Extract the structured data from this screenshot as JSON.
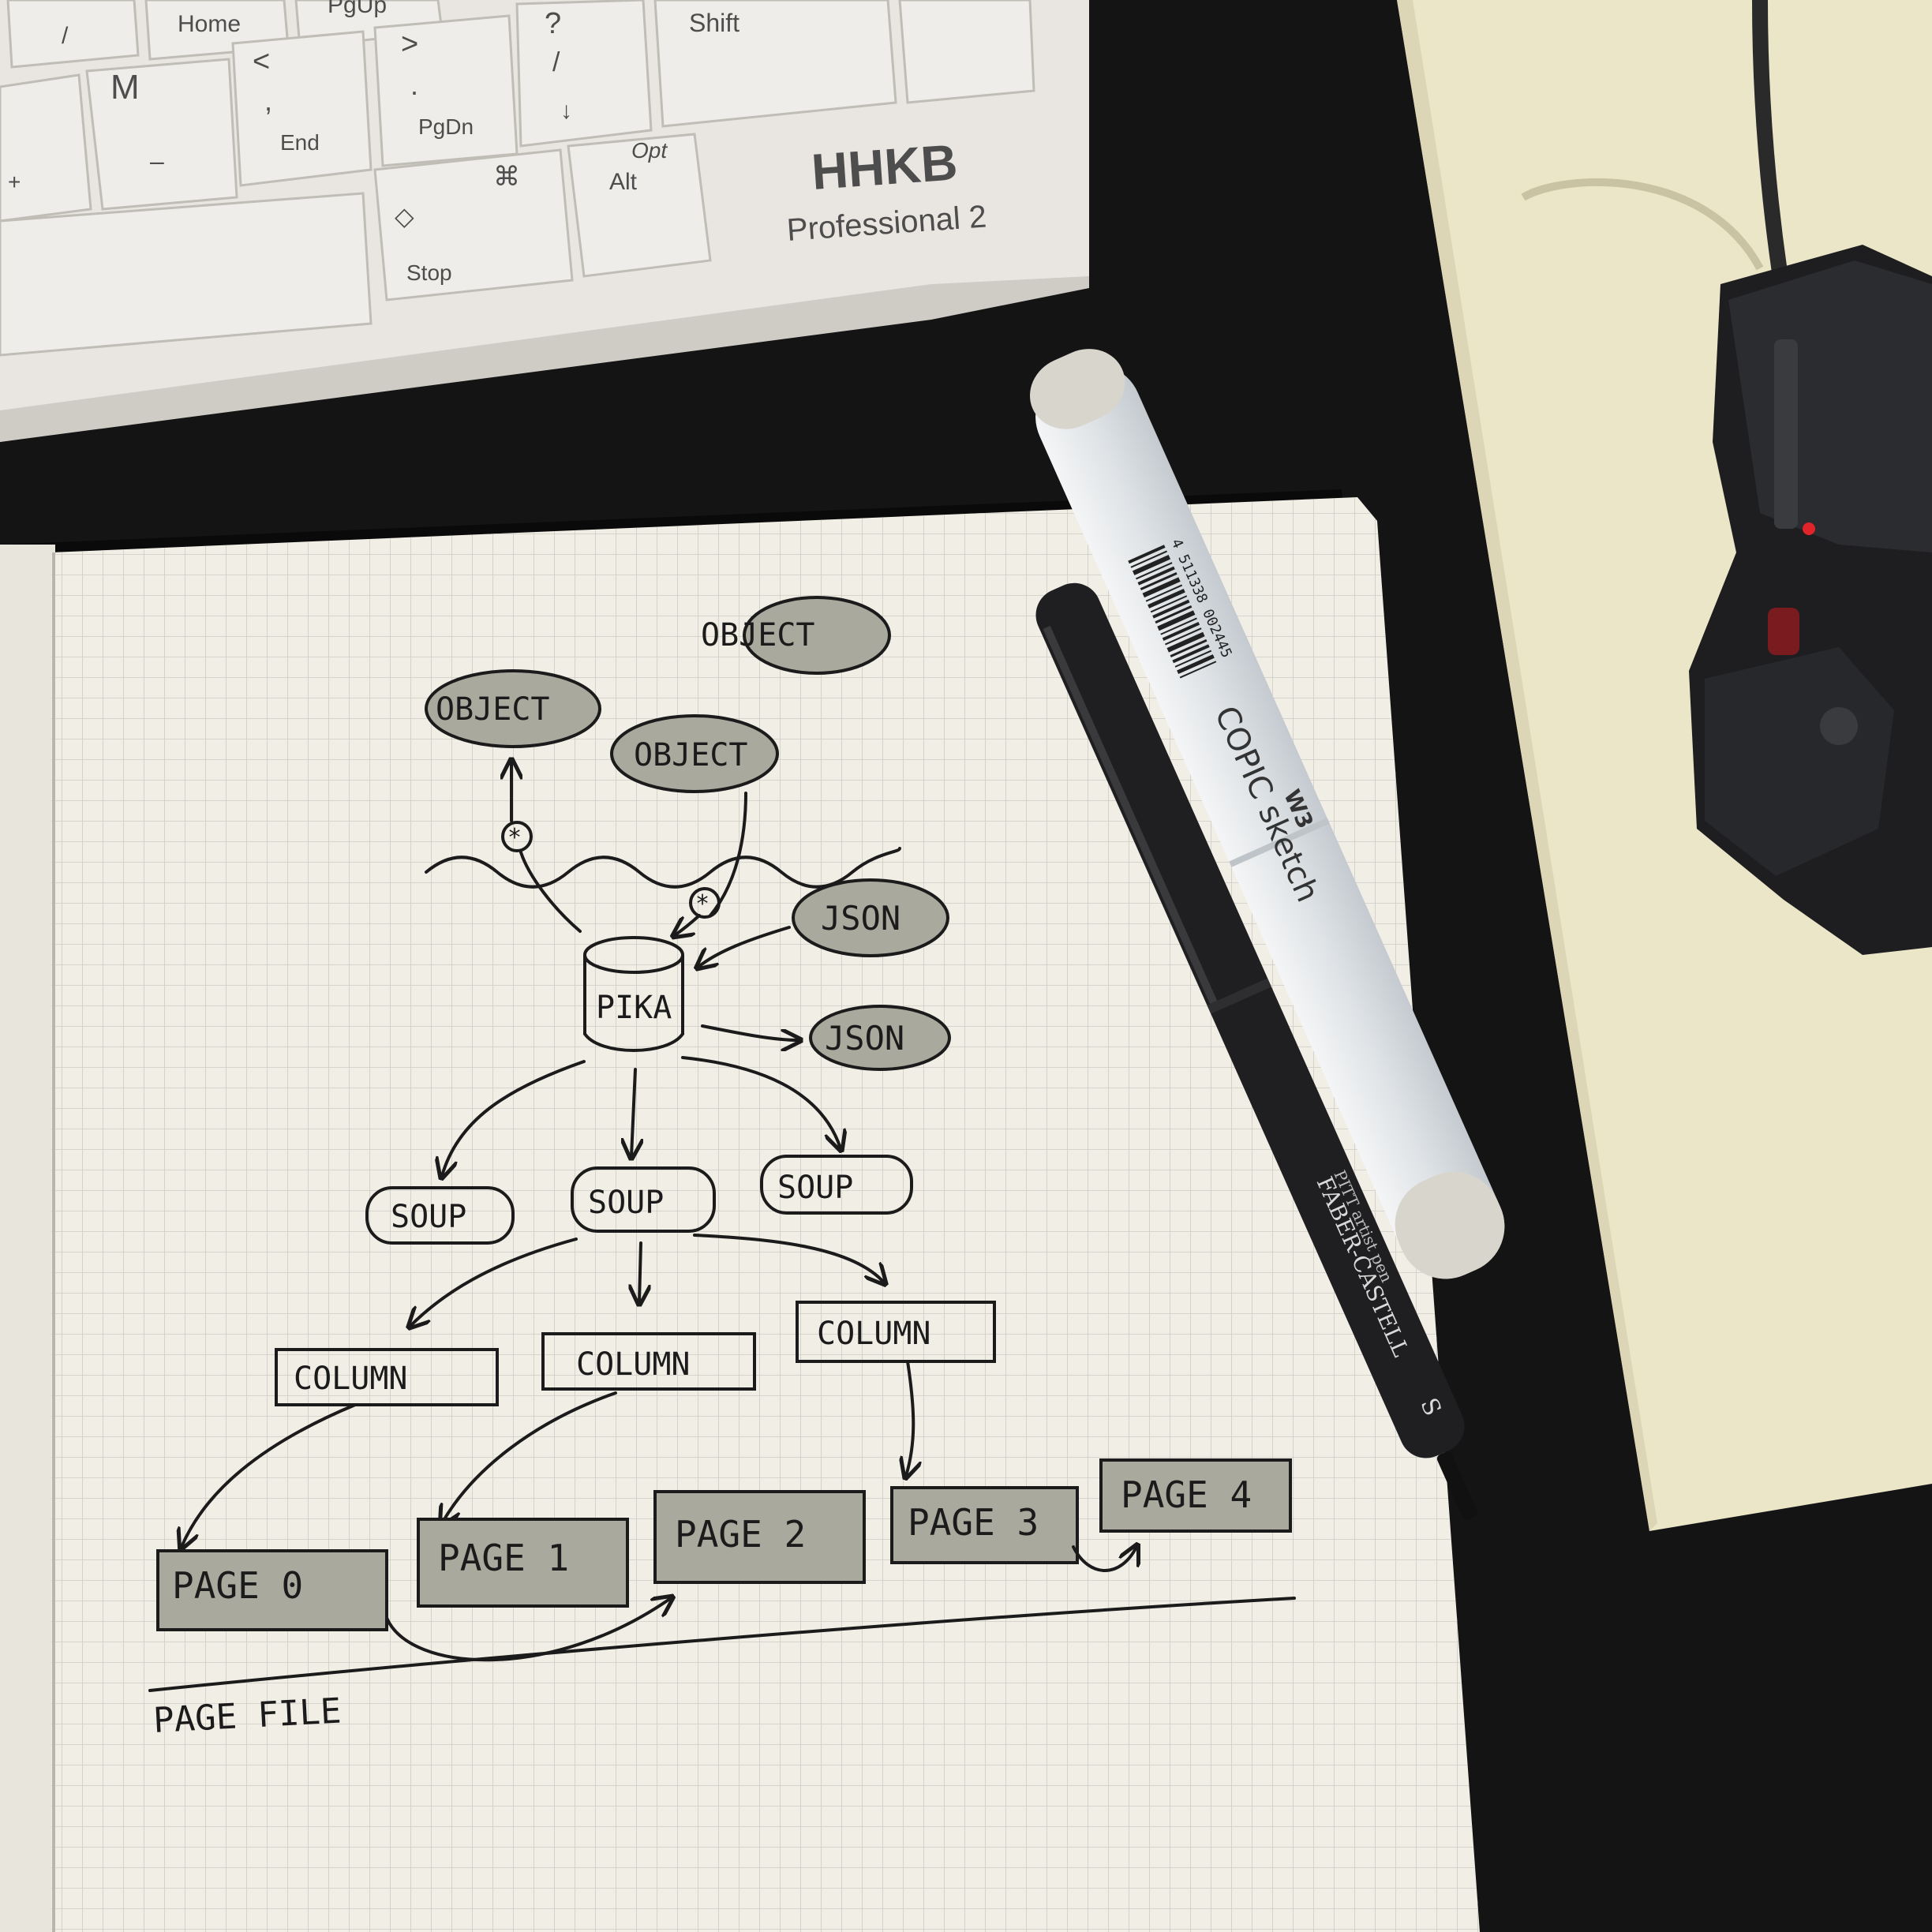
{
  "keyboard": {
    "keys": {
      "home": "Home",
      "pgup": "PgUp",
      "shift": "Shift",
      "m": "M",
      "lt_top": "<",
      "lt_bottom": ",",
      "gt_top": ">",
      "gt_bottom": ".",
      "q_top": "?",
      "q_bottom": "/",
      "end": "End",
      "pgdn": "PgDn",
      "alt": "Alt",
      "opt": "Opt",
      "cmd": "⌘",
      "diamond": "◇",
      "stop": "Stop",
      "minus": "–",
      "plus": "+",
      "down": "↓"
    },
    "logo_text": "HHKB",
    "model": "Professional 2"
  },
  "diagram": {
    "objects": [
      "OBJECT",
      "OBJECT",
      "OBJECT"
    ],
    "json_nodes": [
      "JSON",
      "JSON"
    ],
    "store": "PIKA",
    "soups": [
      "SOUP",
      "SOUP",
      "SOUP"
    ],
    "columns": [
      "COLUMN",
      "COLUMN",
      "COLUMN"
    ],
    "pages": [
      "PAGE 0",
      "PAGE 1",
      "PAGE 2",
      "PAGE 3",
      "PAGE 4"
    ],
    "pagefile_label": "PAGE FILE"
  },
  "marker": {
    "brand": "COPIC sketch",
    "code": "W3",
    "barcode_number": "4 511338 002445"
  },
  "pen": {
    "brand": "FABER-CASTELL",
    "line": "PITT artist pen",
    "size": "S"
  },
  "colors": {
    "desk": "#141414",
    "paper": "#f1eee5",
    "grid": "#c9c7c0",
    "ink": "#1b1b1b",
    "marker_fill": "#a9a99e",
    "keyboard": "#e9e6e1",
    "mousepad": "#ece6c8"
  }
}
